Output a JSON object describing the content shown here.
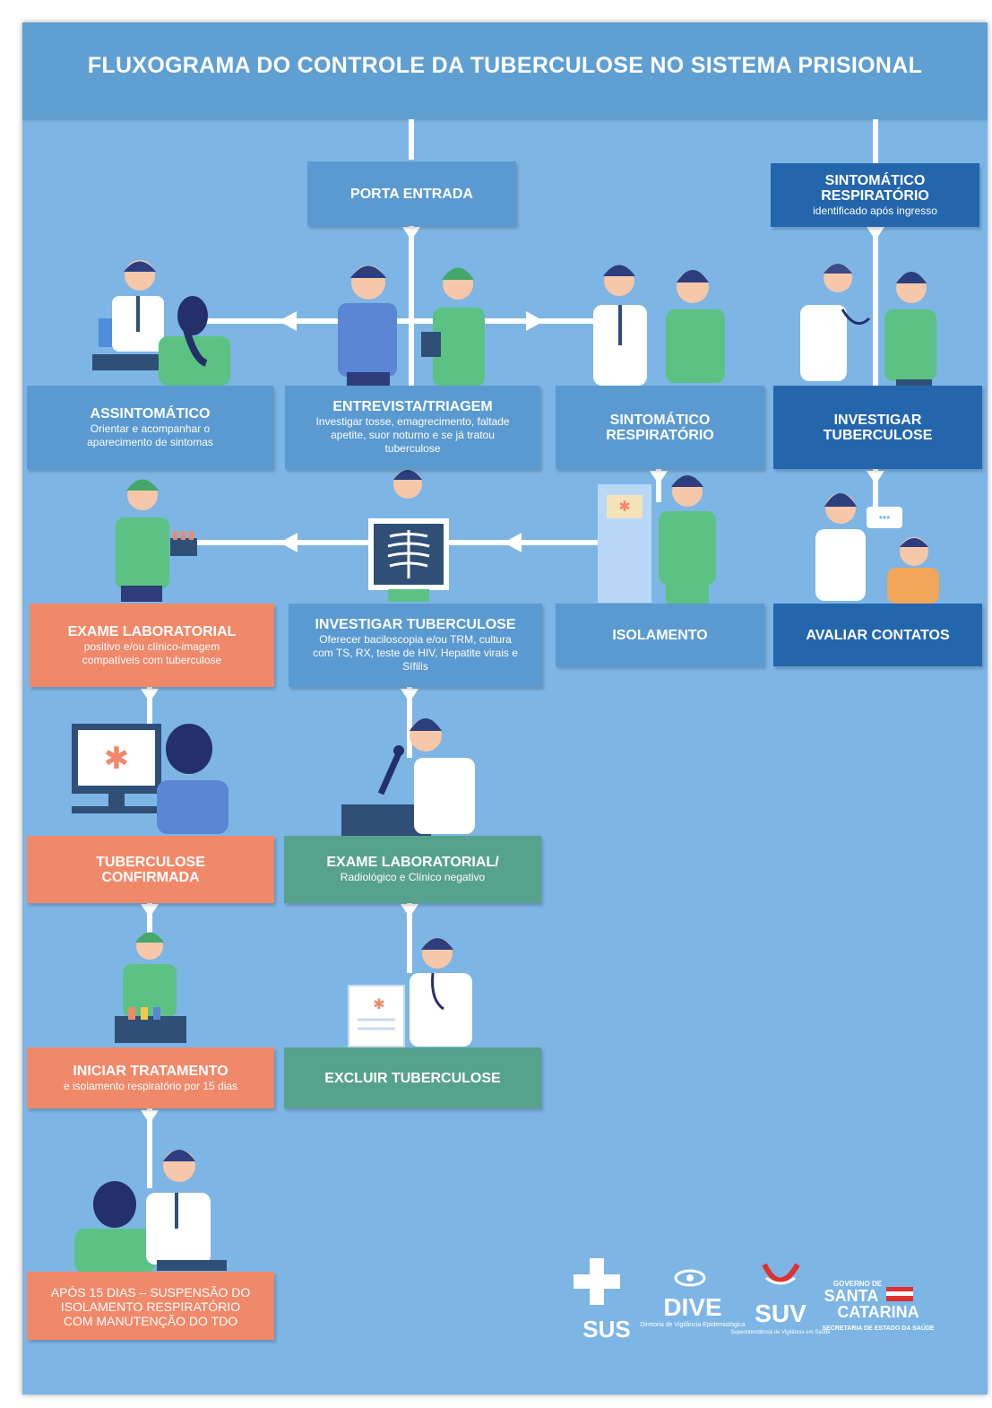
{
  "title": "FLUXOGRAMA DO CONTROLE DA TUBERCULOSE NO SISTEMA PRISIONAL",
  "colors": {
    "background": "#7db5e5",
    "header": "#5f9fd1",
    "box_mid_blue": "#5a9ad0",
    "box_dark_blue": "#2466ac",
    "box_orange": "#f0896a",
    "box_green": "#57a28c",
    "connector": "#ffffff"
  },
  "boxes": {
    "porta_entrada": {
      "title": "PORTA ENTRADA"
    },
    "sintomatico_ingresso": {
      "title": "SINTOMÁTICO RESPIRATÓRIO",
      "subtitle": "identificado após ingresso"
    },
    "assintomatico": {
      "title": "ASSINTOMÁTICO",
      "subtitle": "Orientar e acompanhar o aparecimento de sintomas"
    },
    "entrevista_triagem": {
      "title": "ENTREVISTA/TRIAGEM",
      "subtitle": "Investigar tosse, emagrecimento, faltade apetite, suor noturno e se já tratou tuberculose"
    },
    "sintomatico_respiratorio": {
      "title": "SINTOMÁTICO RESPIRATÓRIO"
    },
    "investigar_tuberculose_1": {
      "title": "INVESTIGAR TUBERCULOSE"
    },
    "exame_laboratorial_positivo": {
      "title": "EXAME LABORATORIAL",
      "subtitle": "positivo e/ou clínico-imagem compatíveis com tuberculose"
    },
    "investigar_tuberculose_2": {
      "title": "INVESTIGAR TUBERCULOSE",
      "subtitle": "Oferecer baciloscopia e/ou TRM, cultura com TS, RX, teste de HIV, Hepatite virais e Sífilis"
    },
    "isolamento": {
      "title": "ISOLAMENTO"
    },
    "avaliar_contatos": {
      "title": "AVALIAR CONTATOS"
    },
    "tuberculose_confirmada": {
      "title": "TUBERCULOSE CONFIRMADA"
    },
    "exame_laboratorial_negativo": {
      "title": "EXAME LABORATORIAL/",
      "subtitle": "Radiológico e Clínico negativo"
    },
    "iniciar_tratamento": {
      "title": "INICIAR TRATAMENTO",
      "subtitle": "e isolamento respiratório por 15 dias"
    },
    "excluir_tuberculose": {
      "title": "EXCLUIR TUBERCULOSE"
    },
    "apos_15_dias": {
      "title": "APÓS 15 DIAS – SUSPENSÃO DO ISOLAMENTO RESPIRATÓRIO COM MANUTENÇÃO DO TDO"
    }
  },
  "logos": {
    "sus": "SUS",
    "dive": {
      "name": "DIVE",
      "caption": "Diretoria de Vigilância Epidemiológica"
    },
    "suv": {
      "name": "SUV",
      "caption": "Superintendência de Vigilância em Saúde"
    },
    "sc": {
      "top": "GOVERNO DE",
      "line1": "SANTA",
      "line2": "CATARINA",
      "sub": "SECRETARIA DE ESTADO DA SAÚDE"
    }
  }
}
